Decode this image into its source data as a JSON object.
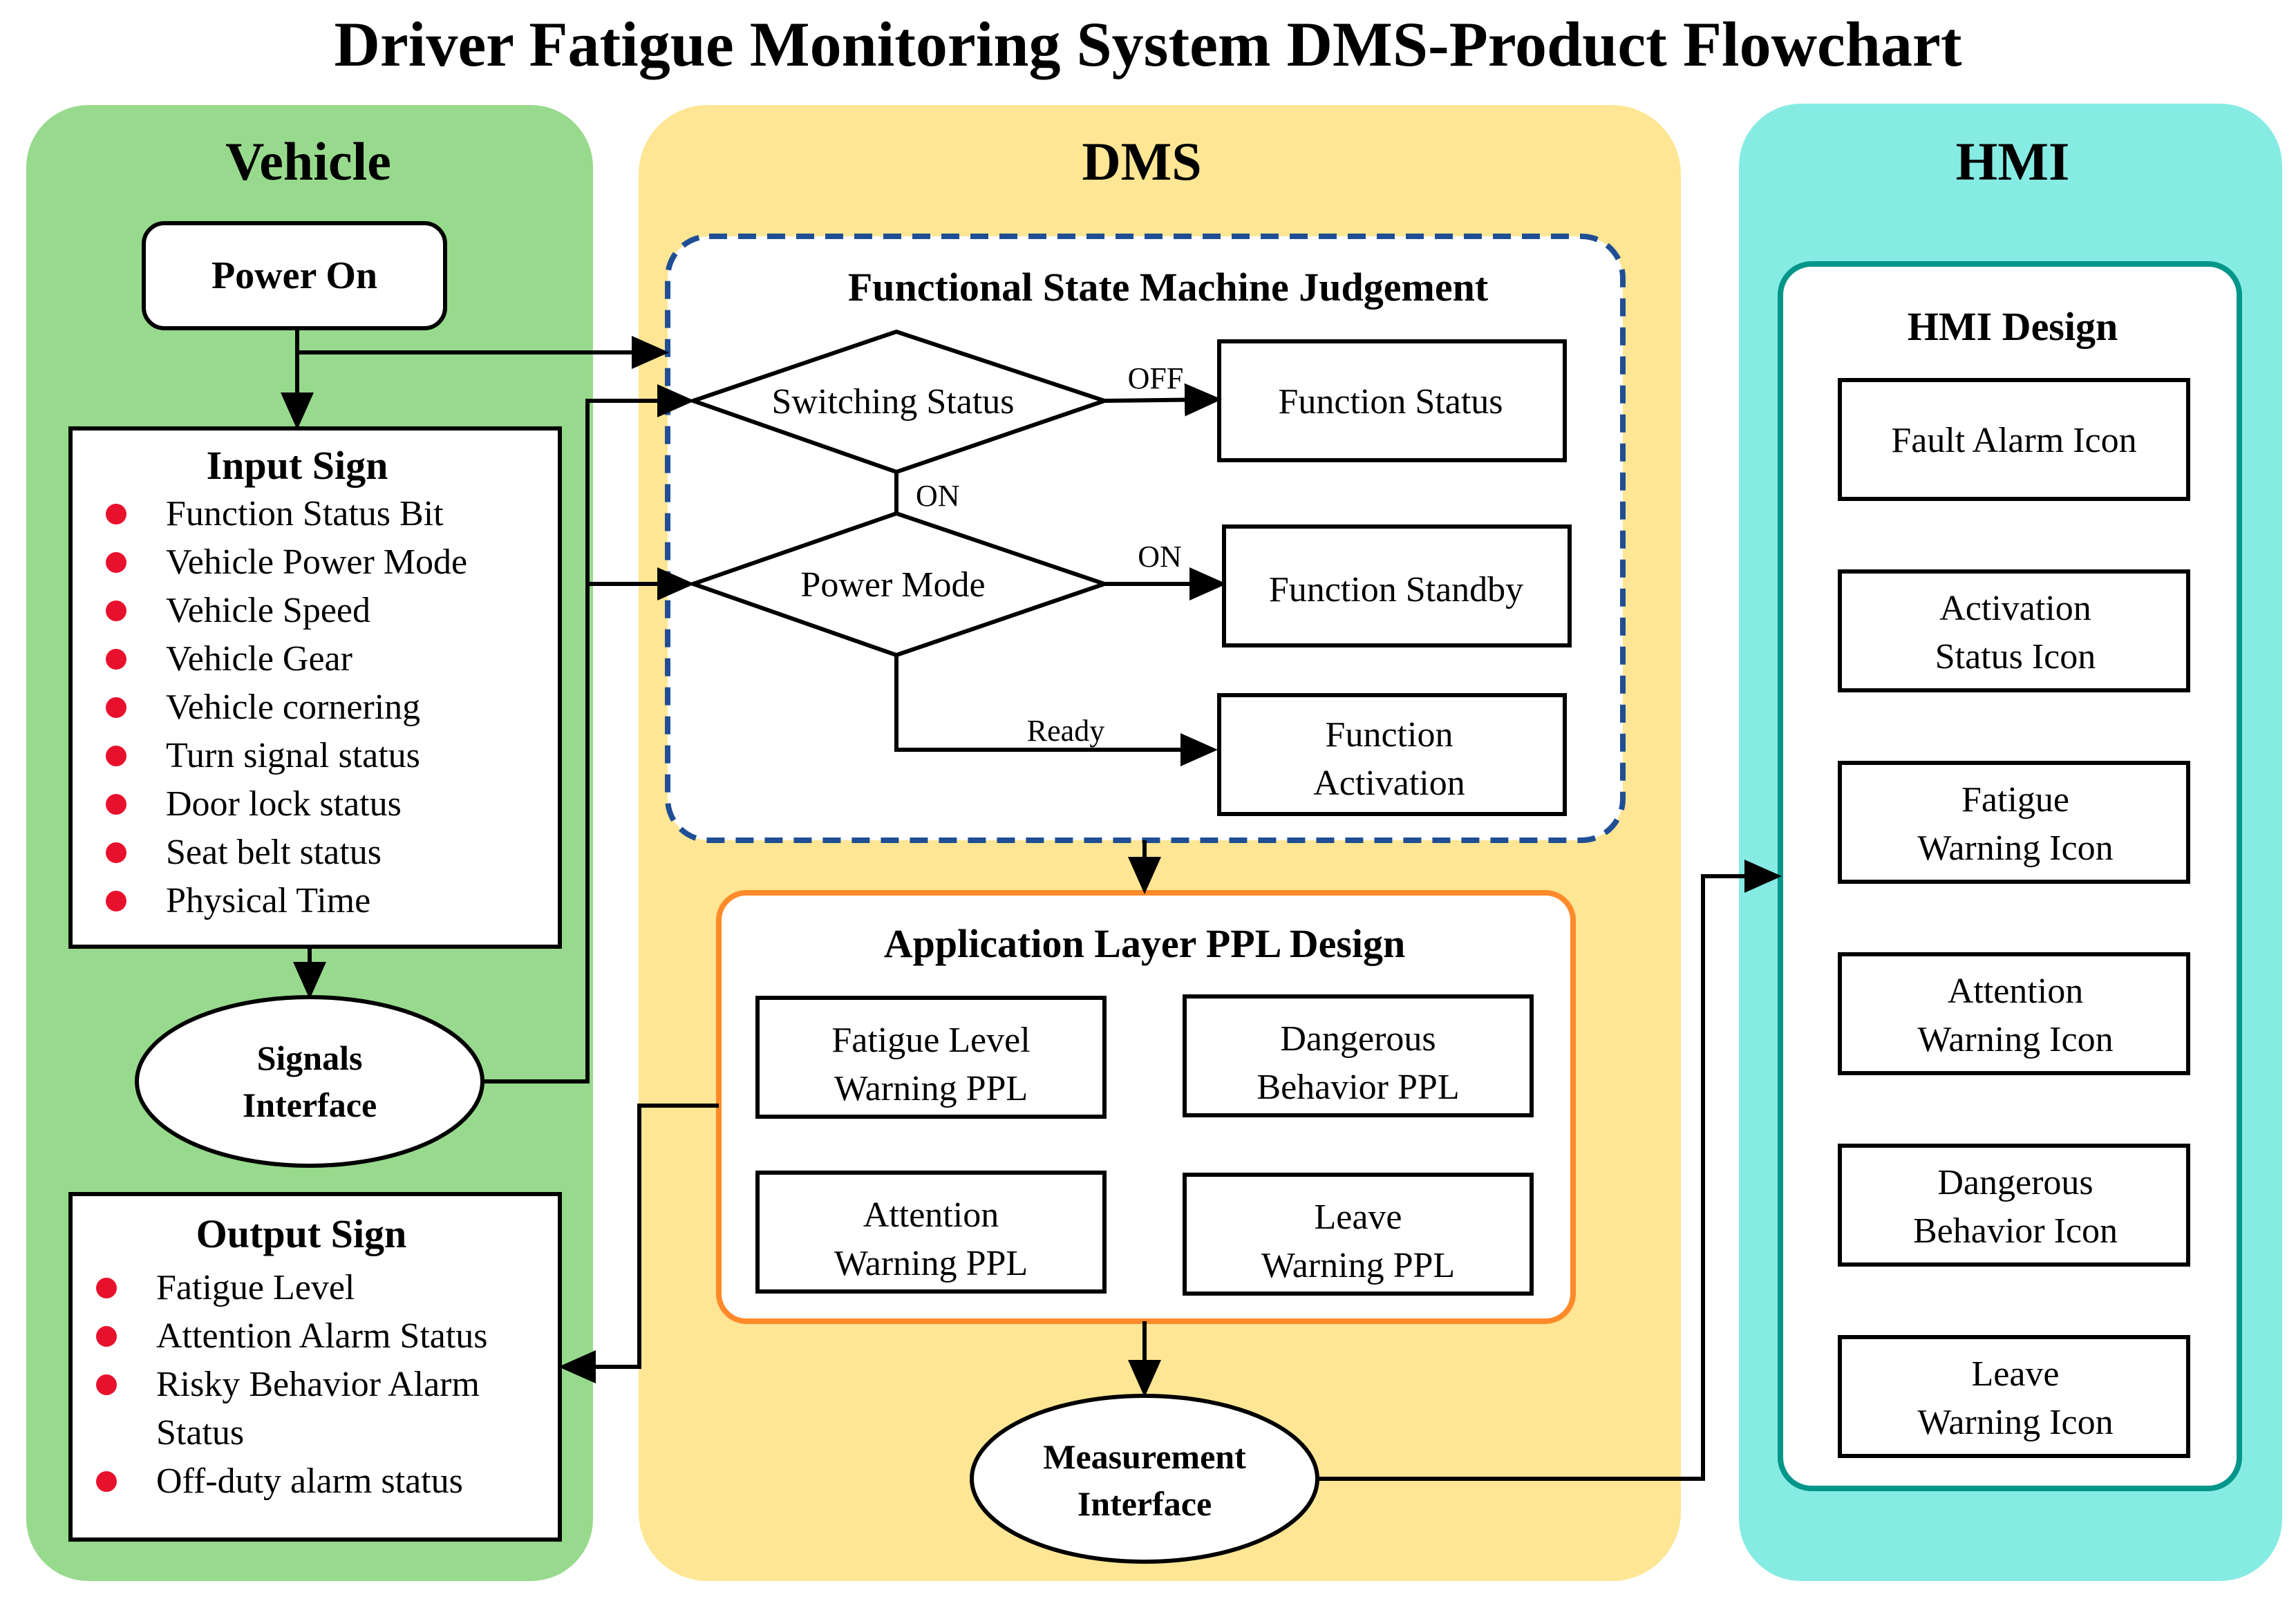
{
  "title": "Driver Fatigue Monitoring System DMS-Product Flowchart",
  "colors": {
    "vehicle_lane": "#98DA8D",
    "dms_lane": "#FFE694",
    "hmi_lane": "#86EBE3",
    "state_machine_border": "#1F4E95",
    "ppl_border": "#FF8A2A",
    "hmi_design_border": "#00968A",
    "bullet": "#E8112D"
  },
  "vehicle": {
    "label": "Vehicle",
    "power_on": "Power On",
    "input_sign": {
      "title": "Input Sign",
      "items": [
        "Function Status Bit",
        "Vehicle Power Mode",
        "Vehicle Speed",
        "Vehicle Gear",
        "Vehicle cornering",
        "Turn signal status",
        "Door lock status",
        "Seat belt status",
        "Physical Time"
      ]
    },
    "signals_interface": [
      "Signals",
      "Interface"
    ],
    "output_sign": {
      "title": "Output Sign",
      "items": [
        [
          "Fatigue Level"
        ],
        [
          "Attention Alarm Status"
        ],
        [
          "Risky Behavior Alarm",
          "Status"
        ],
        [
          "Off-duty alarm status"
        ]
      ]
    }
  },
  "dms": {
    "label": "DMS",
    "state_machine": {
      "title": "Functional State Machine Judgement",
      "switching_status": "Switching Status",
      "power_mode": "Power Mode",
      "function_status": "Function Status",
      "function_standby": "Function Standby",
      "function_activation": [
        "Function",
        "Activation"
      ],
      "edge_off": "OFF",
      "edge_on_down": "ON",
      "edge_on_right": "ON",
      "edge_ready": "Ready"
    },
    "ppl": {
      "title": "Application Layer PPL Design",
      "boxes": [
        [
          "Fatigue Level",
          "Warning PPL"
        ],
        [
          "Dangerous",
          "Behavior PPL"
        ],
        [
          "Attention",
          "Warning PPL"
        ],
        [
          "Leave",
          "Warning PPL"
        ]
      ]
    },
    "measurement_interface": [
      "Measurement",
      "Interface"
    ]
  },
  "hmi": {
    "label": "HMI",
    "design_title": "HMI Design",
    "icons": [
      [
        "Fault Alarm Icon"
      ],
      [
        "Activation",
        "Status Icon"
      ],
      [
        "Fatigue",
        "Warning Icon"
      ],
      [
        "Attention",
        "Warning Icon"
      ],
      [
        "Dangerous",
        "Behavior Icon"
      ],
      [
        "Leave",
        "Warning Icon"
      ]
    ]
  }
}
